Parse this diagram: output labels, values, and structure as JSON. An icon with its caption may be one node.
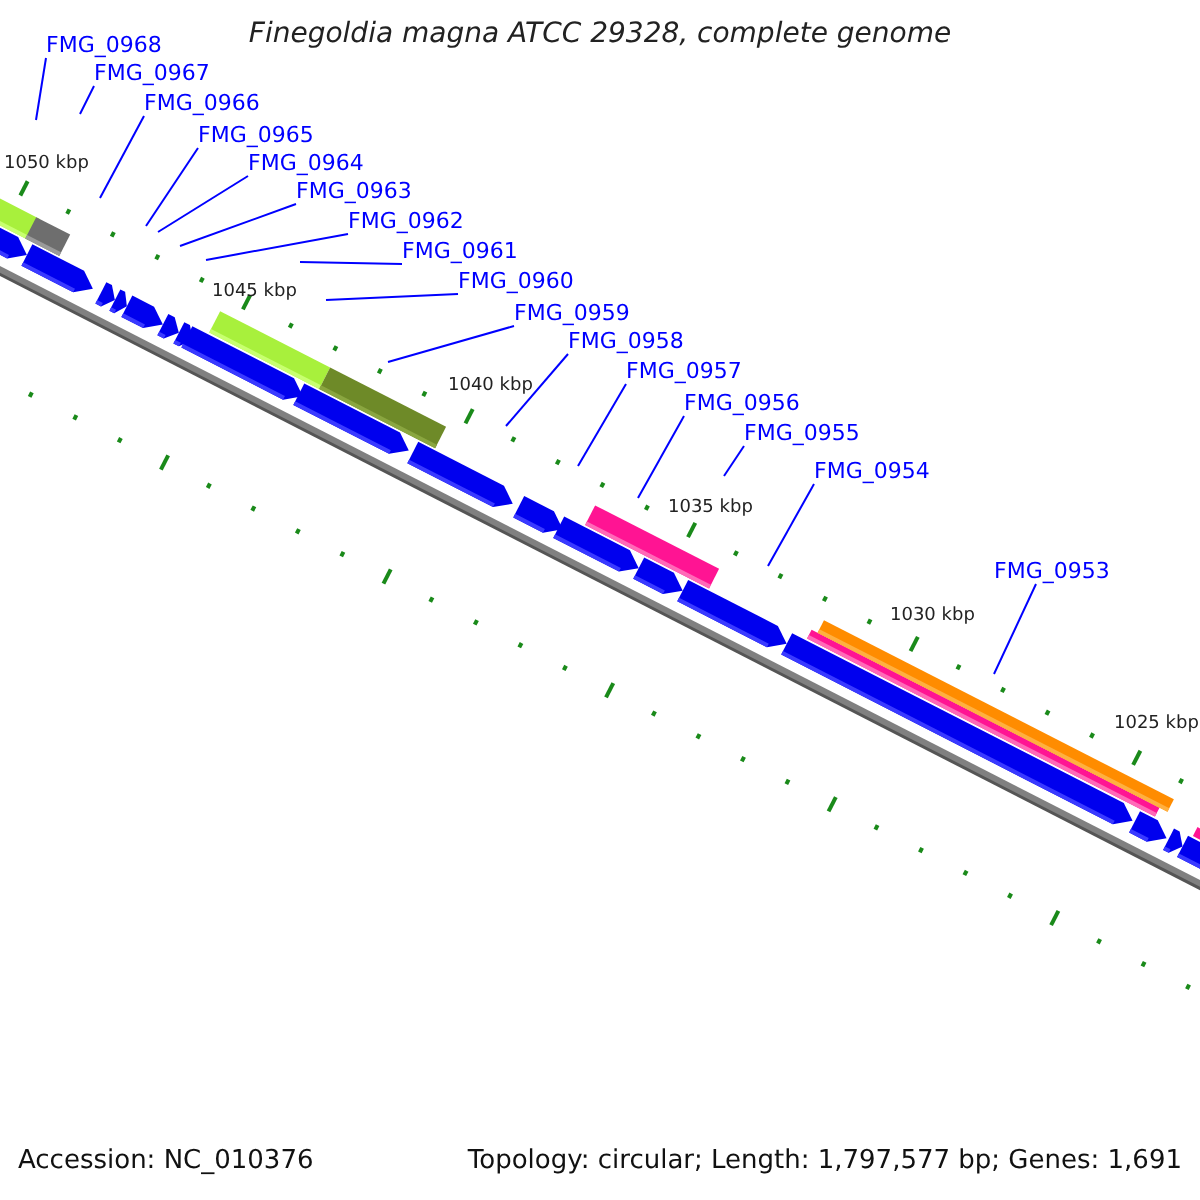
{
  "diagram": {
    "title": "Finegoldia magna ATCC 29328, complete genome",
    "nodes": [
      {
        "text": [
          "FMG_0968"
        ]
      },
      {
        "text": [
          "FMG_0967"
        ]
      },
      {
        "text": [
          "FMG_0966"
        ]
      },
      {
        "text": [
          "FMG_0965"
        ]
      },
      {
        "text": [
          "FMG_0964"
        ]
      },
      {
        "text": [
          "FMG_0963"
        ]
      },
      {
        "text": [
          "FMG_0962"
        ]
      },
      {
        "text": [
          "FMG_0961"
        ]
      },
      {
        "text": [
          "FMG_0960"
        ]
      },
      {
        "text": [
          "FMG_0959"
        ]
      },
      {
        "text": [
          "FMG_0958"
        ]
      },
      {
        "text": [
          "FMG_0957"
        ]
      },
      {
        "text": [
          "FMG_0956"
        ]
      },
      {
        "text": [
          "FMG_0955"
        ]
      },
      {
        "text": [
          "FMG_0954"
        ]
      },
      {
        "text": [
          "FMG_0953"
        ]
      }
    ],
    "edges": [
      {
        "from": 0,
        "to": null,
        "arrow": "none"
      },
      {
        "from": 1,
        "to": null,
        "arrow": "none"
      },
      {
        "from": 2,
        "to": null,
        "arrow": "none"
      },
      {
        "from": 3,
        "to": null,
        "arrow": "none"
      },
      {
        "from": 4,
        "to": null,
        "arrow": "none"
      },
      {
        "from": 5,
        "to": null,
        "arrow": "none"
      },
      {
        "from": 6,
        "to": null,
        "arrow": "none"
      },
      {
        "from": 7,
        "to": null,
        "arrow": "none"
      },
      {
        "from": 8,
        "to": null,
        "arrow": "none"
      },
      {
        "from": 9,
        "to": null,
        "arrow": "none"
      },
      {
        "from": 10,
        "to": null,
        "arrow": "none"
      },
      {
        "from": 11,
        "to": null,
        "arrow": "none"
      },
      {
        "from": 12,
        "to": null,
        "arrow": "none"
      },
      {
        "from": 13,
        "to": null,
        "arrow": "none"
      },
      {
        "from": 14,
        "to": null,
        "arrow": "none"
      },
      {
        "from": 15,
        "to": null,
        "arrow": "none"
      }
    ],
    "labels": [
      "1050 kbp",
      "1045 kbp",
      "1040 kbp",
      "1035 kbp",
      "1030 kbp",
      "1025 kbp",
      "Accession: NC_010376",
      "Topology: circular; Length: 1,797,577 bp; Genes: 1,691"
    ]
  }
}
